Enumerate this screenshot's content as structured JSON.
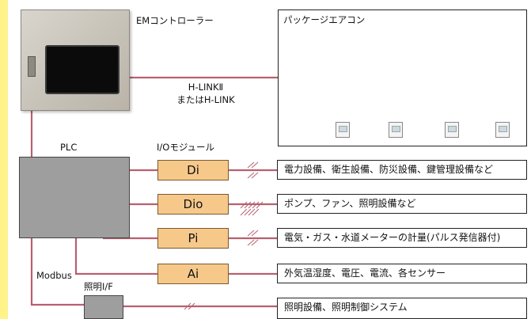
{
  "controller": {
    "label": "EMコントローラー",
    "link_label_1": "H-LINKⅡ",
    "link_label_2": "またはH-LINK"
  },
  "aircon": {
    "title": "パッケージエアコン"
  },
  "plc": {
    "label": "PLC",
    "io_label": "I/Oモジュール",
    "modbus_label": "Modbus",
    "lighting_if_label": "照明I/F"
  },
  "modules": [
    {
      "name": "Di",
      "equipment": "電力設備、衛生設備、防災設備、鍵管理設備など"
    },
    {
      "name": "Dio",
      "equipment": "ポンプ、ファン、照明設備など"
    },
    {
      "name": "Pi",
      "equipment": "電気・ガス・水道メーターの計量(パルス発信器付)"
    },
    {
      "name": "Ai",
      "equipment": "外気温湿度、電圧、電流、各センサー"
    }
  ],
  "lighting_equipment": "照明設備、照明制御システム",
  "colors": {
    "wire": "#b7606f",
    "remote_line": "#3c8fc4",
    "module_fill": "#f6c98b",
    "device_gray": "#9e9e9e",
    "left_stripe": "#fff38a"
  }
}
